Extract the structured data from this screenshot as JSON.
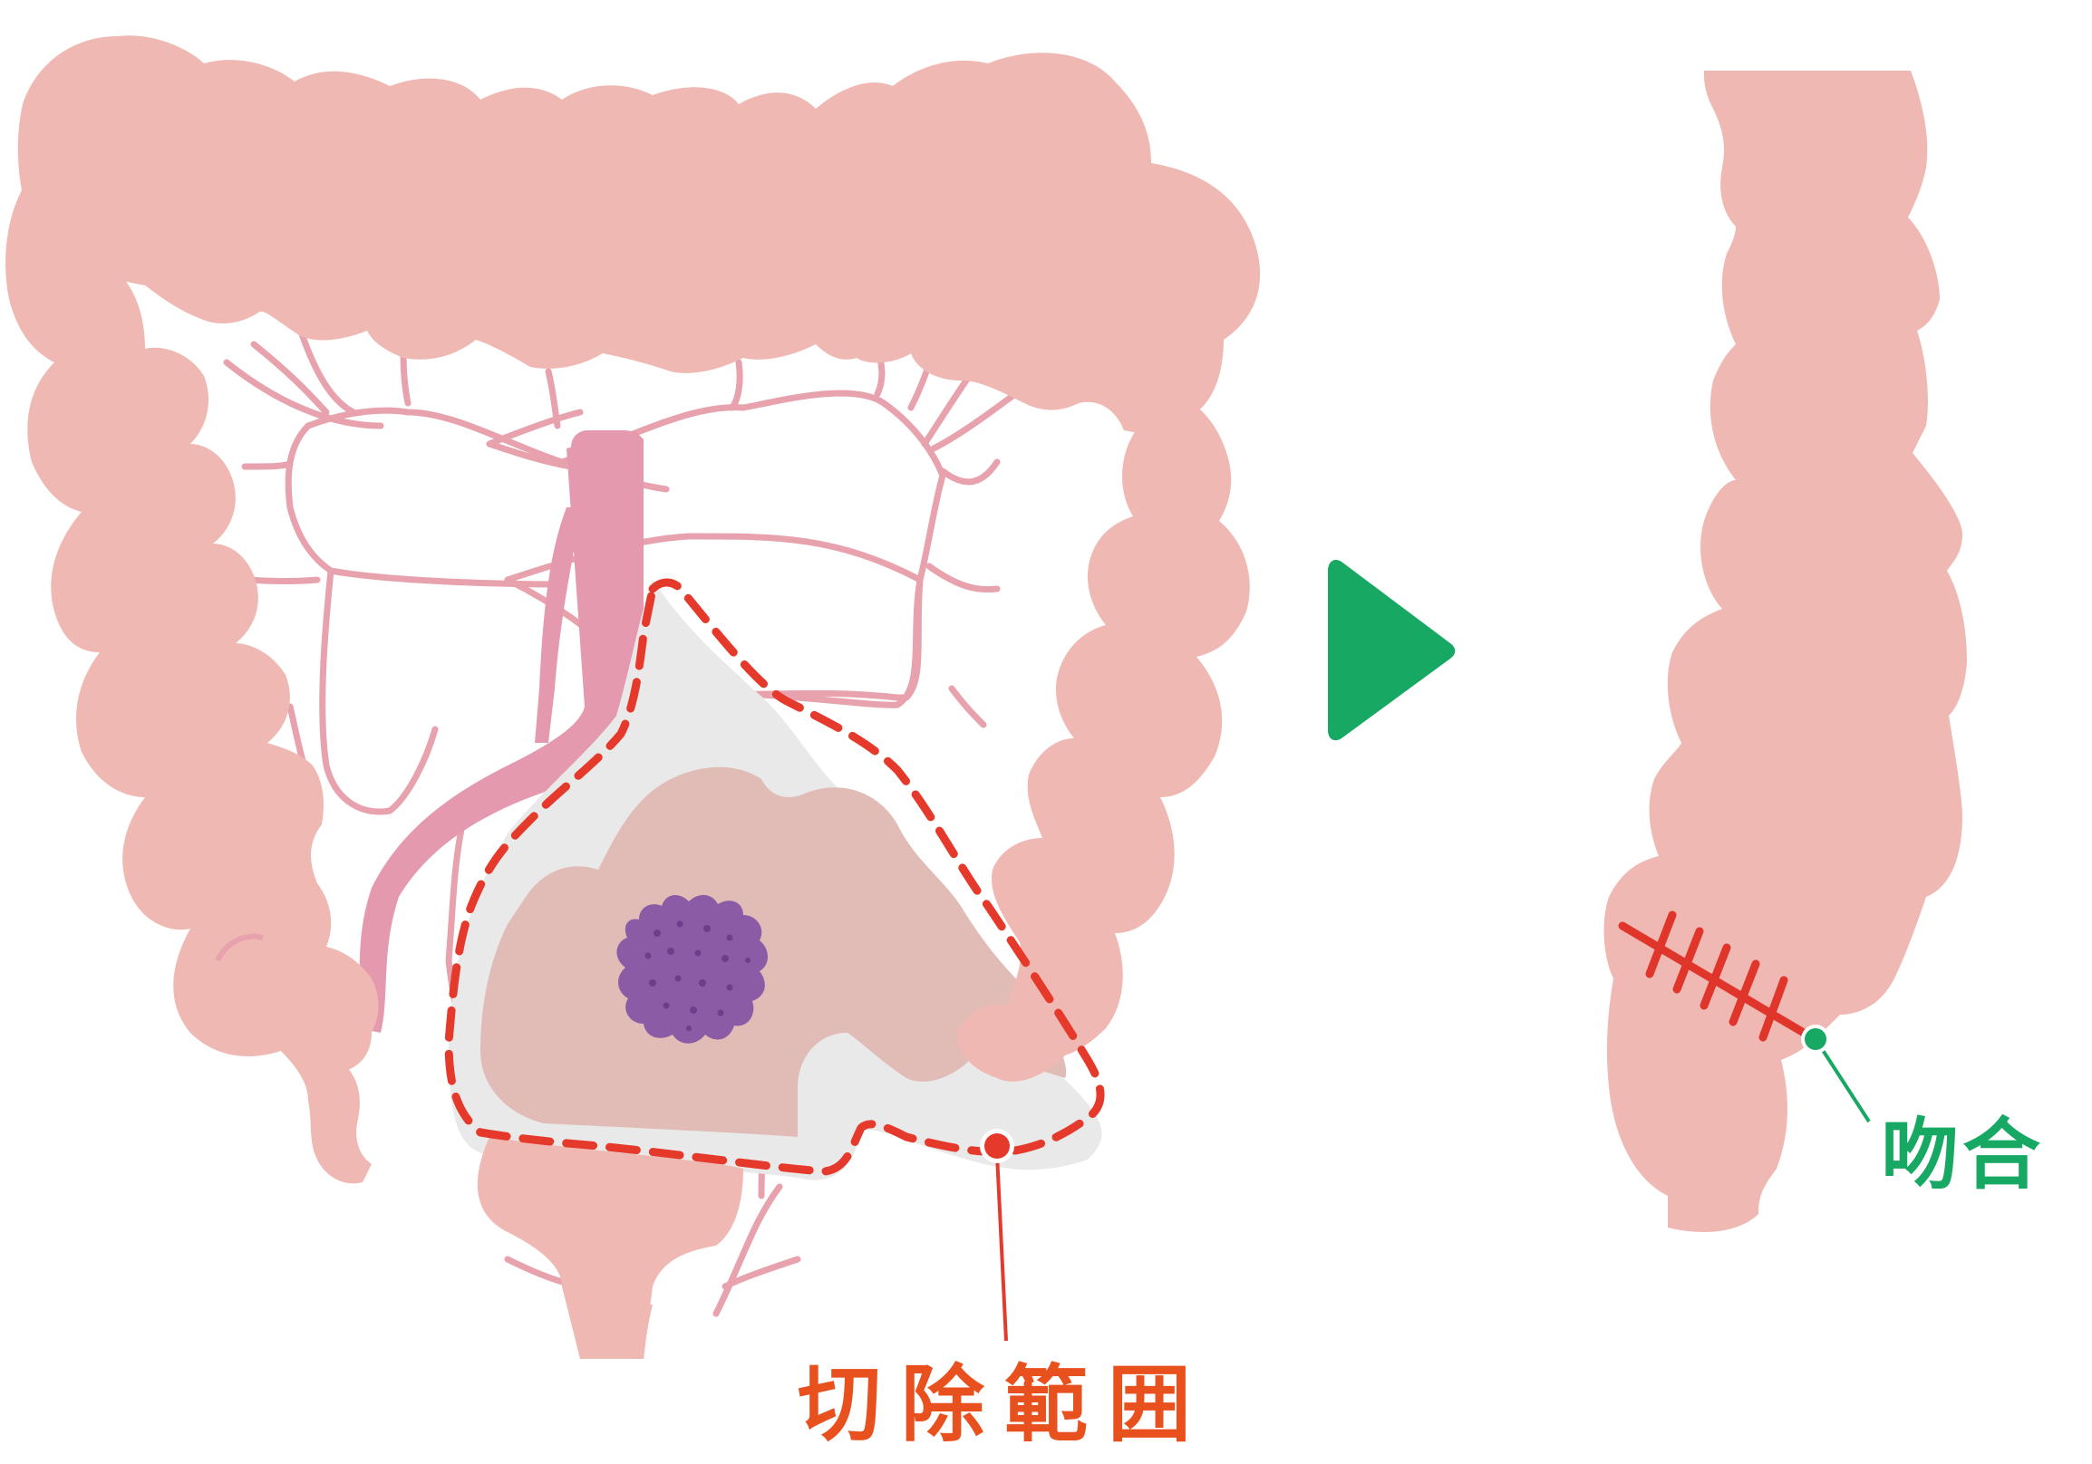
{
  "labels": {
    "resection_range": "切除範囲",
    "anastomosis": "吻合"
  },
  "colors": {
    "colon": "#efb8b2",
    "colon_edge": "#e7a2ad",
    "vessel": "#e599ae",
    "mesentery_line": "#e7a2ad",
    "resection_region": "#e9e9e9",
    "tumor": "#8b5ba6",
    "tumor_dots": "#6e3e8c",
    "resection_line": "#e53a2b",
    "resection_label": "#e8501e",
    "arrow": "#17a863",
    "anastomosis_marker": "#17a863",
    "suture": "#e0352a"
  },
  "icons": {
    "arrow": "right-triangle-arrow",
    "tumor": "tumor-mass",
    "anastomosis_marker": "green-dot-marker",
    "resection_marker": "red-dot-marker"
  }
}
